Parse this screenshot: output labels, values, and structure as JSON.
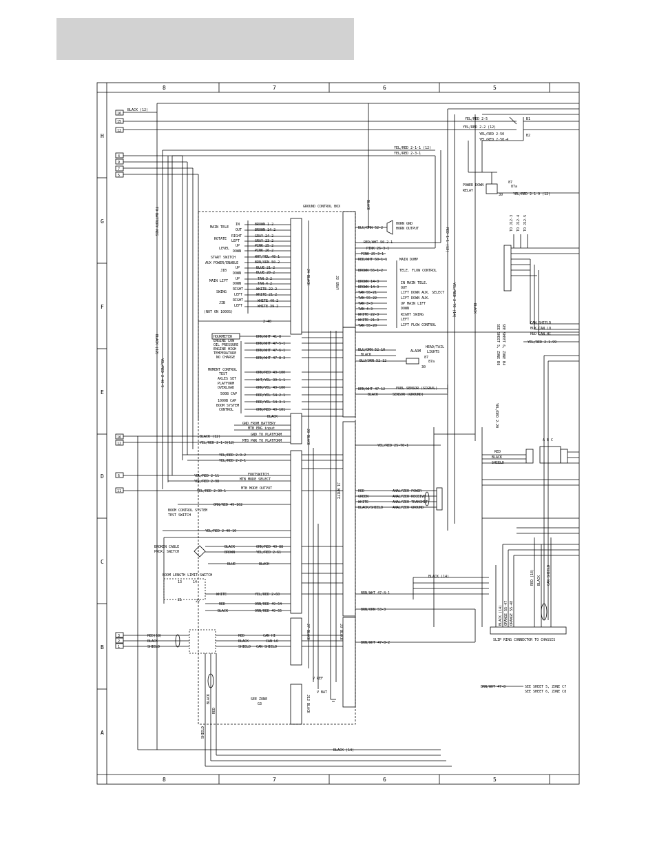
{
  "page": {
    "background": "#ffffff",
    "header_bar_color": "#d2d2d2",
    "line_color": "#000000"
  },
  "zones": {
    "columns": [
      "8",
      "7",
      "6",
      "5"
    ],
    "rows": [
      "H",
      "G",
      "F",
      "E",
      "D",
      "C",
      "B",
      "A"
    ]
  },
  "ground_control_box": {
    "title": "GROUND CONTROL BOX",
    "connectors": {
      "j4": "J4 BLACK",
      "j2": "J2 GRAY",
      "j8": "J8 BLACK",
      "j1": "J1 WHITE",
      "j7": "J7 BLACK",
      "j3": "J3 BLACK",
      "j12": "J12 BLACK"
    }
  },
  "left_terminals": {
    "top": [
      "16",
      "15",
      "12"
    ],
    "mid": [
      "4",
      "9",
      "7",
      "5"
    ],
    "e_group": [
      "16",
      "12"
    ],
    "d6": "6",
    "d11": "11",
    "b_group": [
      "3",
      "2",
      "1"
    ]
  },
  "left_controls": [
    {
      "name": "MAIN TELE",
      "states": [
        "IN",
        "OUT"
      ],
      "wires": [
        "BROWN 1-2",
        "BROWN 14-2"
      ]
    },
    {
      "name": "ROTATE",
      "states": [
        "RIGHT",
        "LEFT"
      ],
      "wires": [
        "GRAY 24-2",
        "GRAY 23-2"
      ]
    },
    {
      "name": "LEVEL",
      "states": [
        "UP",
        "DOWN"
      ],
      "wires": [
        "PINK 25-2",
        "PINK 26-2"
      ]
    },
    {
      "name": "START SWITCH",
      "states": [],
      "wires": [
        "WHT/YEL 48-1"
      ]
    },
    {
      "name": "AUX POWER/ENABLE",
      "states": [],
      "wires": [
        "BRN/ORN 50-2"
      ]
    },
    {
      "name": "JIB",
      "states": [
        "UP",
        "DOWN"
      ],
      "wires": [
        "BLUE 21-2",
        "BLUE 20-2"
      ]
    },
    {
      "name": "MAIN LIFT",
      "states": [
        "UP",
        "DOWN"
      ],
      "wires": [
        "TAN 3-2",
        "TAN 4-2"
      ]
    },
    {
      "name": "SWING",
      "states": [
        "RIGHT",
        "LEFT"
      ],
      "wires": [
        "WHITE 22-2",
        "WHITE 21-2"
      ]
    },
    {
      "name": "JIB",
      "states": [
        "RIGHT",
        "LEFT"
      ],
      "wires": [
        "WHITE 40-2",
        "WHITE 39-2"
      ]
    }
  ],
  "not_on_note": "(NOT ON 1000S)",
  "left_wire_2_40": "2-40",
  "sensors": {
    "hourmeter": "HOURMETER",
    "items": [
      {
        "name": "ENGINE LOW OIL PRESSURE",
        "wire": "BRN/WHT 47-5-1"
      },
      {
        "name": "ENGINE HIGH TEMPERATURE",
        "wire": "BRN/WHT 47-6-1"
      },
      {
        "name": "NO CHARGE",
        "wire": "BRN/WHT 47-8-3"
      }
    ],
    "hourmeter_wire": "BRN/WHT 41-8",
    "lines": {
      "engine": "ENGINE LOW",
      "oil": "OIL PRESSURE",
      "high": "ENGINE HIGH",
      "temp": "TEMPERATURE",
      "nocharge": "NO CHARGE"
    }
  },
  "moment_group": [
    {
      "name": "MOMENT CONTROL TEST",
      "wire": "ORN/RED 49-100"
    },
    {
      "name": "AXLES SET",
      "wire": "WHT/YEL 39-1-1"
    },
    {
      "name": "PLATFORM OVERLOAD",
      "wire": "ORN/YEL 49-100"
    },
    {
      "name": "500B CAP",
      "wire": "RED/YEL 54-2-1"
    },
    {
      "name": "1000B CAP",
      "wire": "RED/YEL 54-3-1"
    },
    {
      "name": "BOOM SYSTEM CONTROL",
      "wire": "ORN/RED 49-101"
    }
  ],
  "moment_lines": {
    "a": "MOMENT CONTROL",
    "b": "TEST",
    "c": "AXLES SET",
    "d": "PLATFORM",
    "e": "OVERLOAD",
    "f": "500B CAP",
    "g": "1000B CAP",
    "h": "BOOM SYSTEM",
    "i": "CONTROL"
  },
  "black_wire": "BLACK",
  "j8_labels": [
    "GND FROM BATTERY",
    "MTB ENG input",
    "GND TO PLATFORM",
    "MTB PWR TO PLATFORM"
  ],
  "e_row_wires": [
    "BLACK (12)",
    "YEL/RED 2-1-3(12)"
  ],
  "d_area": {
    "wire_2_9_2": "YEL/RED 2-9-2",
    "wire_2_2_1": "YEL/RED 2-2-1",
    "footswitch_wire": "YEL/RED 2-11",
    "footswitch_wire2": "YEL/RED 2-98",
    "footswitch": "FOOTSWITCH",
    "mtb_mode": "MTB MODE SELECT",
    "wire_2_30": "YEL/RED 2-30-1",
    "mtb_mode_output": "MTB MODE OUTPUT",
    "boom_wire": "ORN/RED 49-102",
    "boom_test_a": "BOOM CONTROL SYSTEM",
    "boom_test_b": "TEST SWITCH",
    "wire_2_40_10": "YEL/RED 2-40-10"
  },
  "c_area": {
    "broken_cable_a": "BROKEN CABLE",
    "broken_cable_b": "PROX. SWITCH",
    "wires": [
      "BLACK",
      "BROWN",
      "ORN/RED 49-88",
      "YEL/RED 2-61"
    ],
    "blue": "BLUE",
    "black": "BLACK",
    "limit_title": "BOOM LENGTH LIMIT SWITCH",
    "limit_wires": [
      "WHITE",
      "RED",
      "BLACK"
    ],
    "limit_wire_vals": [
      "YEL/RED 2-60",
      "ORN/RED 49-64",
      "ORN/RED 49-65"
    ],
    "switch_pins": [
      "13",
      "14",
      "21",
      "22"
    ]
  },
  "b_area": {
    "left_wires": [
      "RED(18)",
      "BLACK",
      "SHIELD"
    ],
    "right_wires": [
      "RED",
      "BLACK",
      "SHIELD"
    ],
    "can_labels": [
      "CAN HI",
      "CAN LO",
      "CAN SHIELD"
    ],
    "shield": "SHIELD",
    "red": "RED"
  },
  "vref": "V REF",
  "vbat": "V BAT",
  "see_zone_a": "SEE ZONE",
  "see_zone_b": "G3",
  "j2_right": [
    {
      "wire": "BLU/ORN 52-2",
      "device": "HORN GND"
    },
    {
      "wire": "",
      "device": "HORN OUTPUT"
    },
    {
      "wire": "RED/WHT 50-2-1",
      "device": ""
    },
    {
      "wire": "PINK 26-3-1",
      "device": ""
    },
    {
      "wire": "PINK 25-3-1",
      "device": ""
    },
    {
      "wire": "RED/WHT 50-1-1",
      "device": "MAIN DUMP"
    },
    {
      "wire": "BROWN 55-1-2",
      "device": "TELE. FLOW CONTROL"
    }
  ],
  "valves": [
    {
      "wire": "BROWN 14-3",
      "device": "IN  MAIN TELE."
    },
    {
      "wire": "BROWN 14-3",
      "device": "OUT"
    },
    {
      "wire": "TAN 55-21",
      "device": "LIFT DOWN AUX. SELECT"
    },
    {
      "wire": "TAN 55-22",
      "device": "LIFT DOWN AUX."
    },
    {
      "wire": "TAN 3-3",
      "device": "UP  MAIN LIFT"
    },
    {
      "wire": "TAN 4-3",
      "device": "DOWN"
    },
    {
      "wire": "WHITE 22-3",
      "device": "RIGHT SWING"
    },
    {
      "wire": "WHITE 21-3",
      "device": "LEFT"
    },
    {
      "wire": "TAN 55-20",
      "device": "LIFT FLOW CONTROL"
    }
  ],
  "alarm": {
    "wire1": "BLU/ORN 52-10",
    "black": "BLACK",
    "wire2": "BLU/ORN 52-12",
    "alarm": "ALARM",
    "lights_a": "HEAD/TAIL",
    "lights_b": "LIGHTS",
    "relay_a": "87",
    "relay_b": "87a",
    "relay_c": "30"
  },
  "fuel": {
    "wire": "BRN/WHT 47-12",
    "signal": "FUEL SENSOR (SIGNAL)",
    "ground": "SENSOR (GROUND)",
    "black": "BLACK"
  },
  "j1_right": {
    "yel_red": "YEL/RED 2S-70-1",
    "analyzer": [
      {
        "wire": "RED",
        "device": "ANALYZER POWER"
      },
      {
        "wire": "GREEN",
        "device": "ANALYZER RECEIVE"
      },
      {
        "wire": "WHITE",
        "device": "ANALYZER TRANSMIT"
      },
      {
        "wire": "BLACK/SHIELD",
        "device": "ANALYZER GROUND"
      }
    ]
  },
  "right_area": {
    "wires_top": [
      "YEL/RED 2-5",
      "YEL/RED 2-2 (12)",
      "YEL/RED 2-50",
      "YEL/RED 2-50-4"
    ],
    "relay_pins": [
      "B1",
      "B2"
    ],
    "wire_2_1_1": "YEL/RED 2-1-1 (12)",
    "wire_2_3_1": "YEL/RED 2-3-1",
    "power_down_a": "POWER DOWN",
    "power_down_b": "RELAY",
    "power_down_pins": [
      "87",
      "87a",
      "30"
    ],
    "wire_2_1_9": "YEL/RED 2-1-9 (12)",
    "black_vertical": "BLACK",
    "red_1_1": "RED 1-1 (12)",
    "yel_2_70": "YEL/RED 2-70 (14)",
    "black_2": "BLACK",
    "to_j12": [
      "TO J12-3",
      "TO J12-4",
      "TO J12-5"
    ],
    "can_labels": [
      "CAN SHIELD",
      "BLK CAN LO",
      "RED CAN HI"
    ],
    "wire_2_1_99": "YEL/RED 2-1-99",
    "see_sheet_a": "SEE SHEET 5, ZONE B8",
    "see_sheet_b": "SEE SHEET 6, ZONE B4",
    "wire_2_20": "YEL/RED 2-20",
    "abc": "A B C",
    "rbs": [
      "RED",
      "BLACK",
      "SHIELD"
    ],
    "black_14": "BLACK (14)",
    "bottom_wires": [
      "BRN/WHT 47-8-1",
      "BRN/ORN 53-3",
      "BRN/WHT 47-8-2"
    ],
    "slip_ring": "SLIP RING CONNECTOR TO CHASSIS",
    "vert_wires": [
      "BLACK (14)",
      "ORANGE 55-47",
      "ORANGE 55-48"
    ],
    "vert_wires2": [
      "RED (18)",
      "BLACK",
      "CAN SHIELD"
    ],
    "bottom_wire": "BRN/WHT 47-8",
    "bottom_see_a": "SEE SHEET 5, ZONE C7",
    "bottom_see_b": "SEE SHEET 6, ZONE C8",
    "black_14_bottom": "BLACK (14)"
  },
  "left_vertical": {
    "to_battery": "TO BATTERY NEG",
    "black_12": "BLACK (12)",
    "yel_red": "YEL/RED 2-40-9"
  }
}
